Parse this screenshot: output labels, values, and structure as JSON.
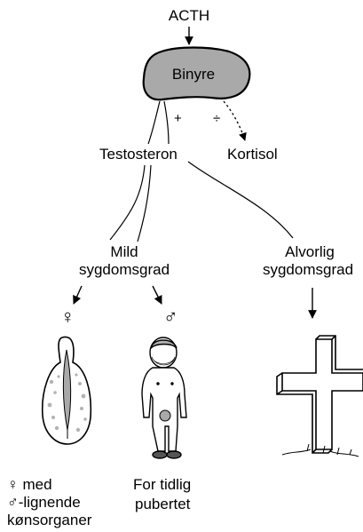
{
  "nodes": {
    "acth": "ACTH",
    "binyre": "Binyre",
    "testosteron": "Testosteron",
    "kortisol": "Kortisol",
    "mild": [
      "Mild",
      "sygdomsgrad"
    ],
    "alvorlig": [
      "Alvorlig",
      "sygdomsgrad"
    ]
  },
  "signs": {
    "plus": "+",
    "minus": "÷"
  },
  "symbols": {
    "female": "♀",
    "male": "♂"
  },
  "outcomes": {
    "female": [
      "♀ med",
      "♂-lignende",
      "kønsorganer"
    ],
    "male": [
      "For tidlig",
      "pubertet"
    ]
  },
  "icons": [
    "adrenal-gland-icon",
    "female-genitalia-icon",
    "boy-figure-icon",
    "cross-grave-icon"
  ]
}
